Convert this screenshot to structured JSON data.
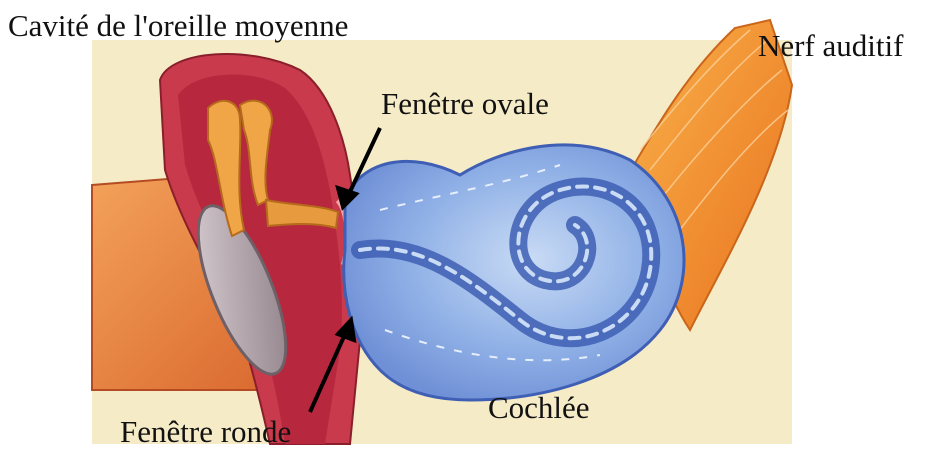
{
  "labels": {
    "middle_ear_cavity": "Cavité de l'oreille moyenne",
    "auditory_nerve": "Nerf auditif",
    "oval_window": "Fenêtre ovale",
    "round_window": "Fenêtre ronde",
    "cochlea": "Cochlée"
  },
  "colors": {
    "background_panel": "#f6ebc7",
    "outer_canal": "#e8813a",
    "middle_ear_wall": "#c83a4c",
    "middle_ear_cavity": "#b7283e",
    "eardrum": "#a89aa0",
    "ossicles": "#f0a646",
    "cochlea_light": "#9fbfe8",
    "cochlea_dark": "#3e5fb4",
    "auditory_nerve": "#f08a22",
    "arrow": "#000000"
  }
}
